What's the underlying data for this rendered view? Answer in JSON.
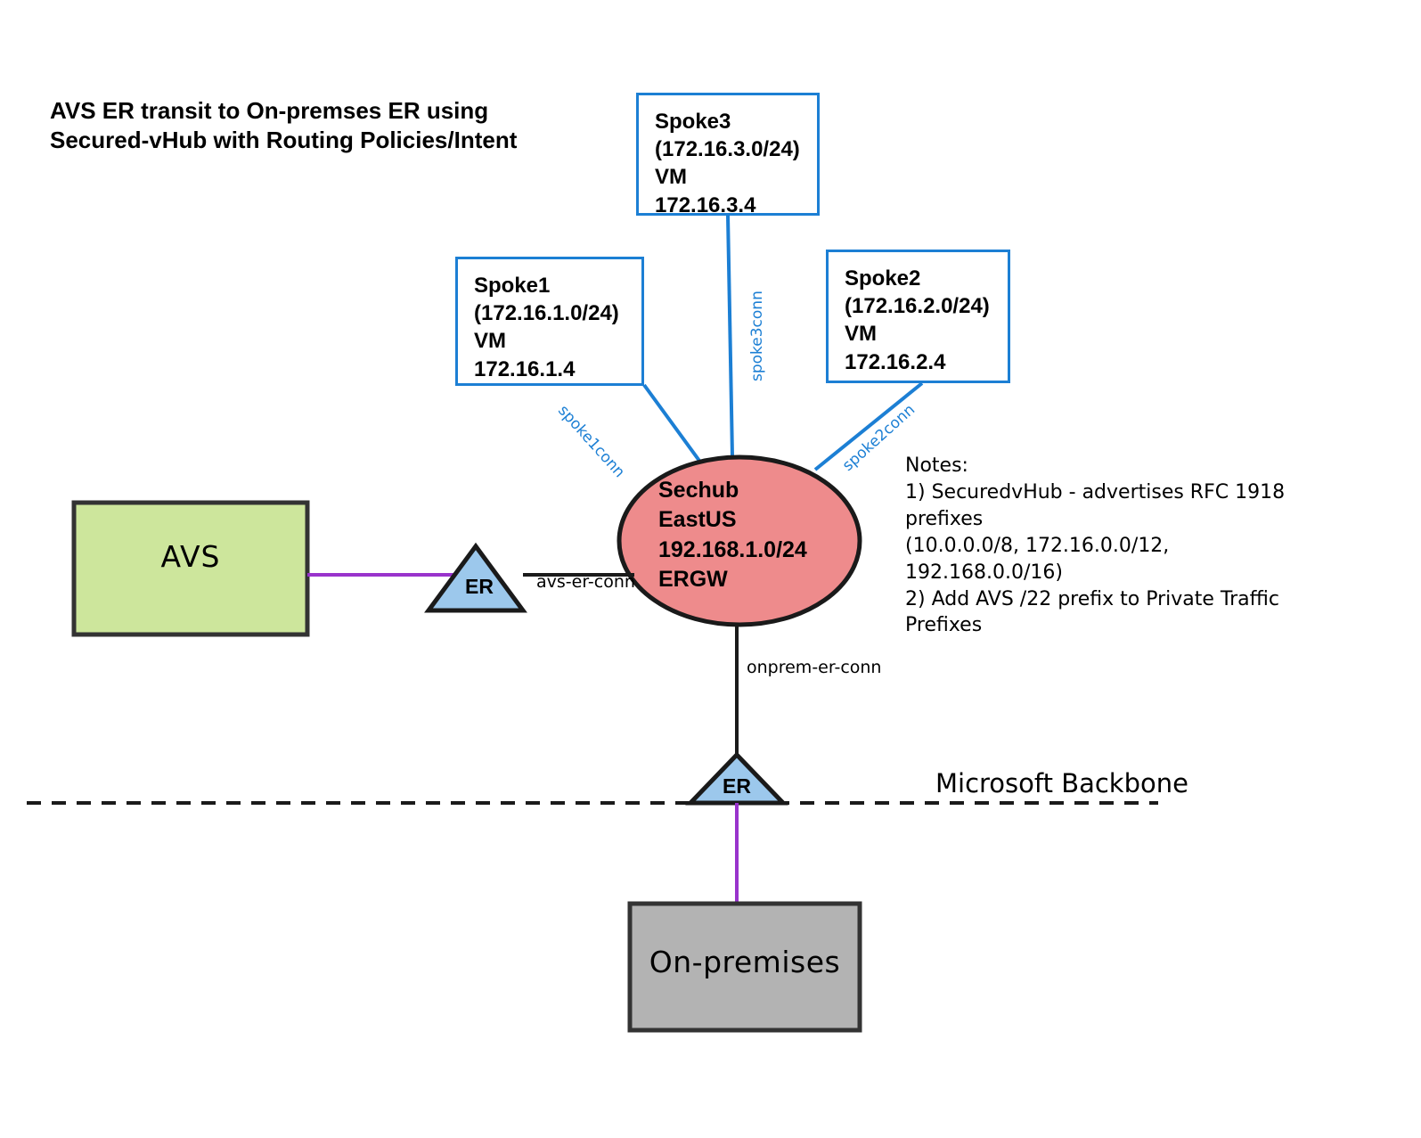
{
  "diagram": {
    "title": "AVS ER transit to On-premses ER using\nSecured-vHub with Routing Policies/Intent",
    "colors": {
      "spoke_border": "#1c7fd4",
      "spoke_link": "#1c7fd4",
      "hub_fill": "#ee8b8c",
      "hub_border": "#1a1a1a",
      "avs_fill": "#cde69c",
      "onprem_fill": "#b3b3b3",
      "er_fill": "#9cc8ec",
      "er_border": "#1a1a1a",
      "express_route_link": "#9933cc",
      "plain_link": "#1a1a1a",
      "backbone_line": "#1a1a1a"
    }
  },
  "spokes": [
    {
      "id": "spoke1",
      "label": "Spoke1\n(172.16.1.0/24)\nVM\n172.16.1.4",
      "name": "Spoke1",
      "address_space": "172.16.1.0/24",
      "resource": "VM",
      "vm_ip": "172.16.1.4",
      "connection_label": "spoke1conn"
    },
    {
      "id": "spoke2",
      "label": "Spoke2\n(172.16.2.0/24)\nVM\n172.16.2.4",
      "name": "Spoke2",
      "address_space": "172.16.2.0/24",
      "resource": "VM",
      "vm_ip": "172.16.2.4",
      "connection_label": "spoke2conn"
    },
    {
      "id": "spoke3",
      "label": "Spoke3\n(172.16.3.0/24)\nVM\n172.16.3.4",
      "name": "Spoke3",
      "address_space": "172.16.3.0/24",
      "resource": "VM",
      "vm_ip": "172.16.3.4",
      "connection_label": "spoke3conn"
    }
  ],
  "hub": {
    "label": "Sechub\nEastUS\n192.168.1.0/24\nERGW",
    "name": "Sechub",
    "region": "EastUS",
    "address_space": "192.168.1.0/24",
    "gateway": "ERGW"
  },
  "nodes": {
    "avs": {
      "label": "AVS"
    },
    "onprem": {
      "label": "On-premises"
    },
    "er_avs": {
      "label": "ER"
    },
    "er_onprem": {
      "label": "ER"
    }
  },
  "connections": {
    "avs_er_conn": "avs-er-conn",
    "onprem_er_conn": "onprem-er-conn"
  },
  "backbone": {
    "label": "Microsoft Backbone"
  },
  "notes": {
    "text": "Notes:\n1) SecuredvHub - advertises RFC 1918\nprefixes\n(10.0.0.0/8, 172.16.0.0/12, 192.168.0.0/16)\n2) Add AVS /22 prefix to Private Traffic\nPrefixes",
    "heading": "Notes:",
    "items": [
      "1) SecuredvHub - advertises RFC 1918 prefixes (10.0.0.0/8, 172.16.0.0/12, 192.168.0.0/16)",
      "2) Add AVS /22 prefix to Private Traffic Prefixes"
    ]
  }
}
